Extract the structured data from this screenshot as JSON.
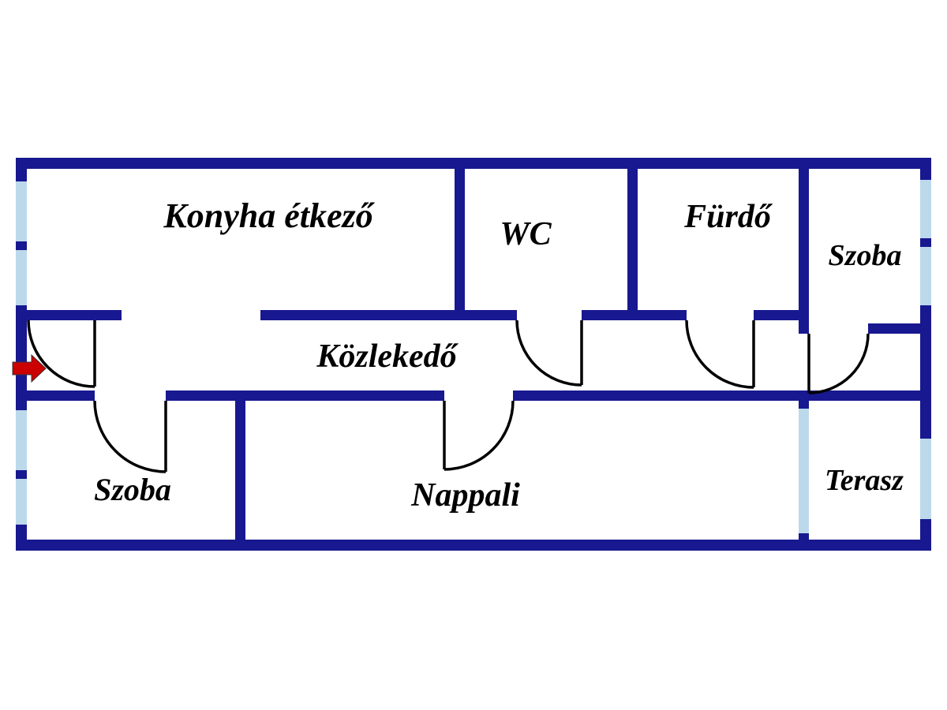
{
  "colors": {
    "wall": "#181890",
    "window": "#bcd9ec",
    "door": "#000000",
    "arrow": "#cc0000",
    "background": "#ffffff",
    "label": "#000000"
  },
  "icons": {
    "entrance_arrow": "right-arrow"
  },
  "rooms": [
    {
      "id": "konyha-etkezo",
      "label": "Konyha étkező"
    },
    {
      "id": "wc",
      "label": "WC"
    },
    {
      "id": "furdo",
      "label": "Fürdő"
    },
    {
      "id": "szoba-felso",
      "label": "Szoba"
    },
    {
      "id": "kozlekedo",
      "label": "Közlekedő"
    },
    {
      "id": "szoba-also",
      "label": "Szoba"
    },
    {
      "id": "nappali",
      "label": "Nappali"
    },
    {
      "id": "terasz",
      "label": "Terasz"
    }
  ]
}
